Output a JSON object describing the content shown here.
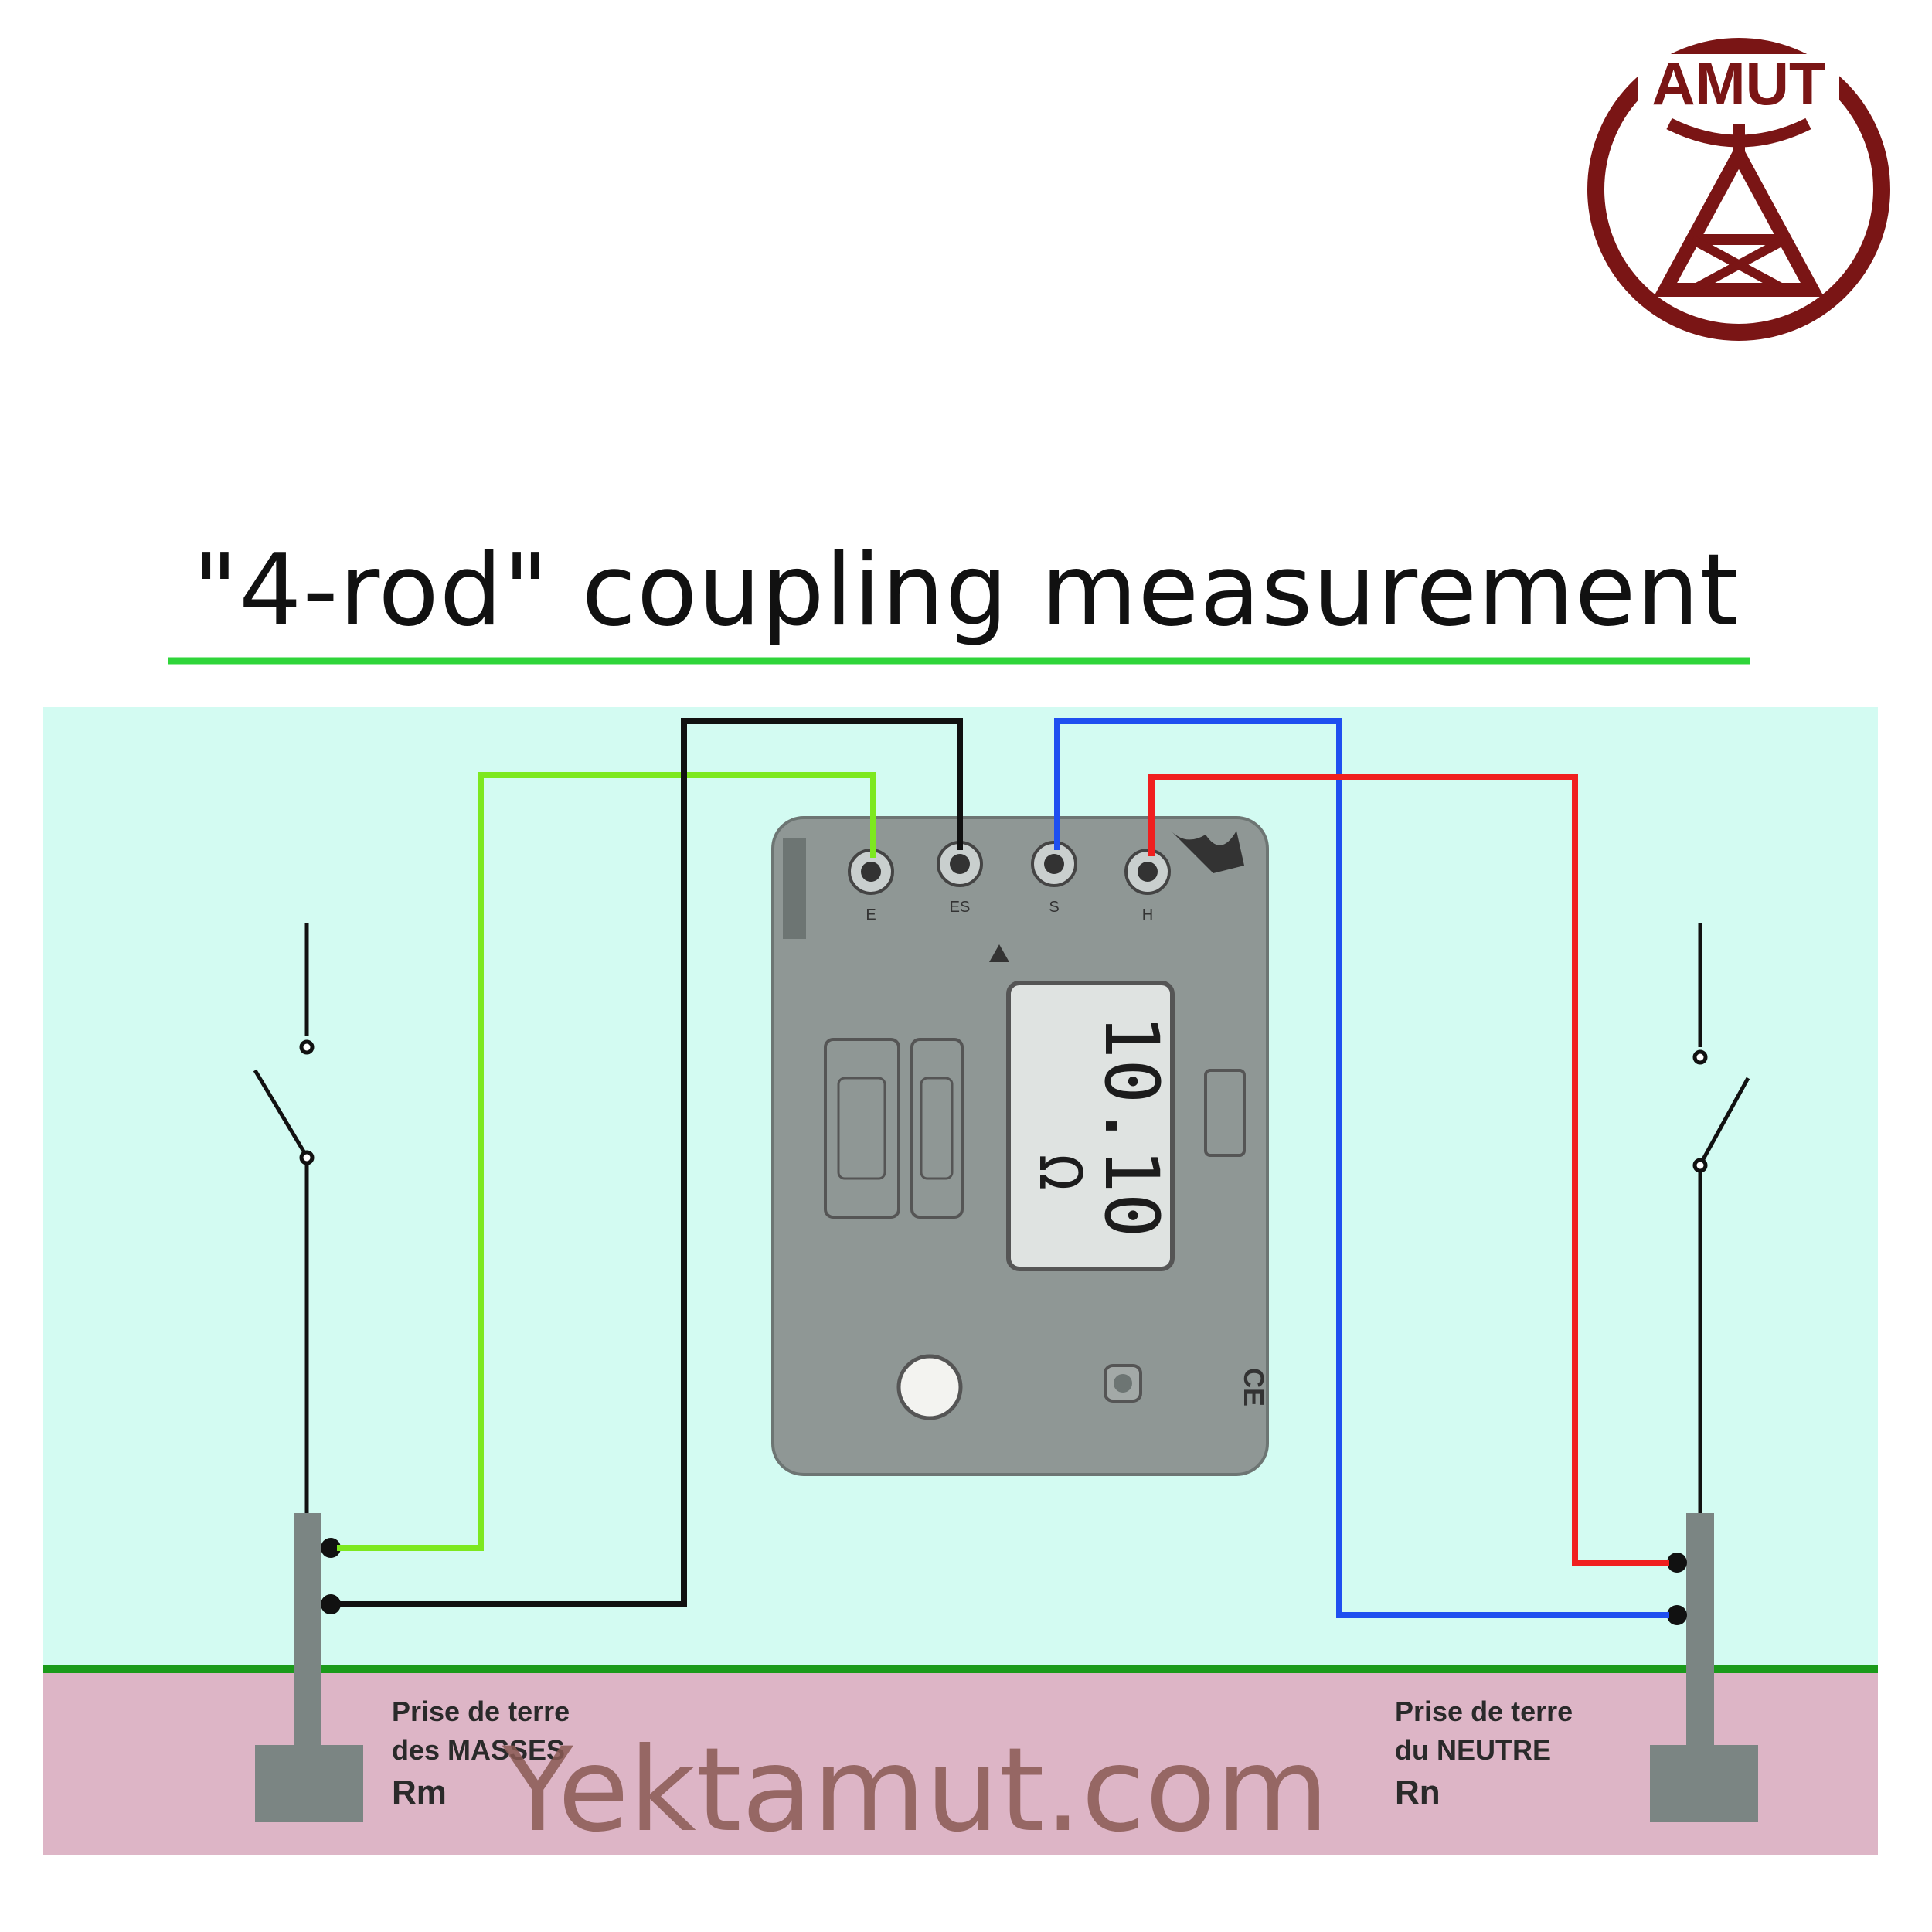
{
  "logo": {
    "text": "AMUT",
    "color": "#7a1515"
  },
  "title": "\"4-rod\" coupling measurement",
  "meter": {
    "display_value": "10.10",
    "display_unit": "Ω",
    "terminals": [
      "E",
      "ES",
      "S",
      "H"
    ]
  },
  "rods": {
    "left": {
      "line1": "Prise de terre",
      "line2": "des MASSES",
      "name": "Rm"
    },
    "right": {
      "line1": "Prise de terre",
      "line2": "du NEUTRE",
      "name": "Rn"
    }
  },
  "watermark": "Yektamut.com",
  "colors": {
    "sky": "#d3fbf2",
    "ground": "#ddb5c6",
    "ground_line": "#1a9a1a",
    "wire_green": "#7de81f",
    "wire_black": "#111111",
    "wire_blue": "#1f4ff0",
    "wire_red": "#f01f1f"
  }
}
